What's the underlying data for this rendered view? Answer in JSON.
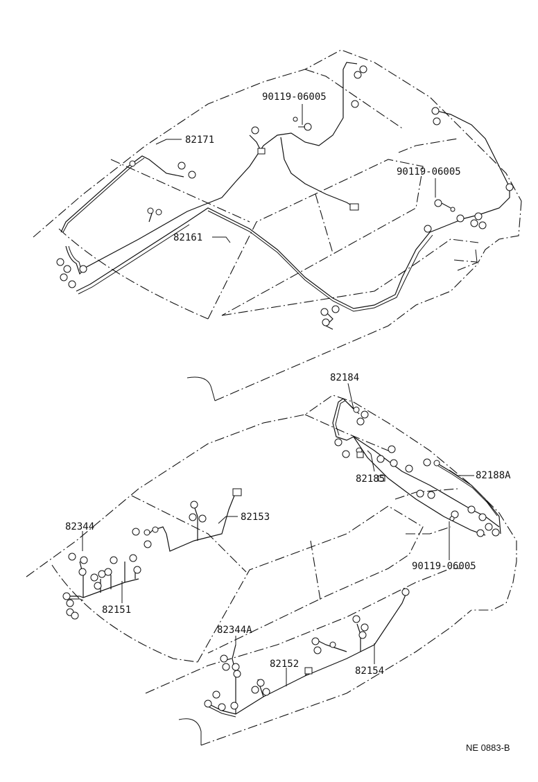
{
  "diagram_code": "NE 0883-B",
  "upper_car": {
    "labels": {
      "part_82171": "82171",
      "part_82161": "82161",
      "bolt_upper_a": "90119-06005",
      "bolt_upper_b": "90119-06005"
    }
  },
  "lower_car": {
    "labels": {
      "part_82184": "82184",
      "part_82185": "82185",
      "part_82188A": "82188A",
      "bolt_lower": "90119-06005",
      "part_82153": "82153",
      "part_82344": "82344",
      "part_82151": "82151",
      "part_82344A": "82344A",
      "part_82152": "82152",
      "part_82154": "82154"
    }
  }
}
